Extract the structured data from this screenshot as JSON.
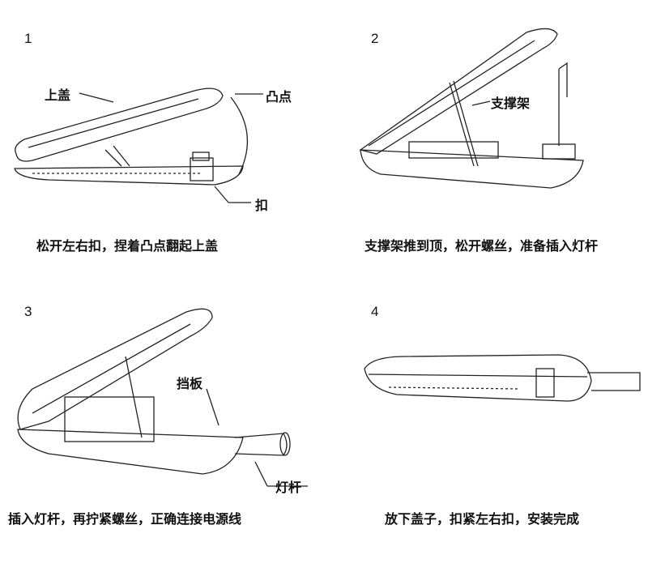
{
  "steps": [
    {
      "number": "1",
      "caption": "松开左右扣，捏着凸点翻起上盖",
      "labels": [
        "上盖",
        "凸点",
        "扣"
      ]
    },
    {
      "number": "2",
      "caption": "支撑架推到顶，松开螺丝，准备插入灯杆",
      "labels": [
        "支撑架"
      ]
    },
    {
      "number": "3",
      "caption": "插入灯杆，再拧紧螺丝，正确连接电源线",
      "labels": [
        "挡板",
        "灯杆"
      ]
    },
    {
      "number": "4",
      "caption": "放下盖子，扣紧左右扣，安装完成",
      "labels": []
    }
  ]
}
